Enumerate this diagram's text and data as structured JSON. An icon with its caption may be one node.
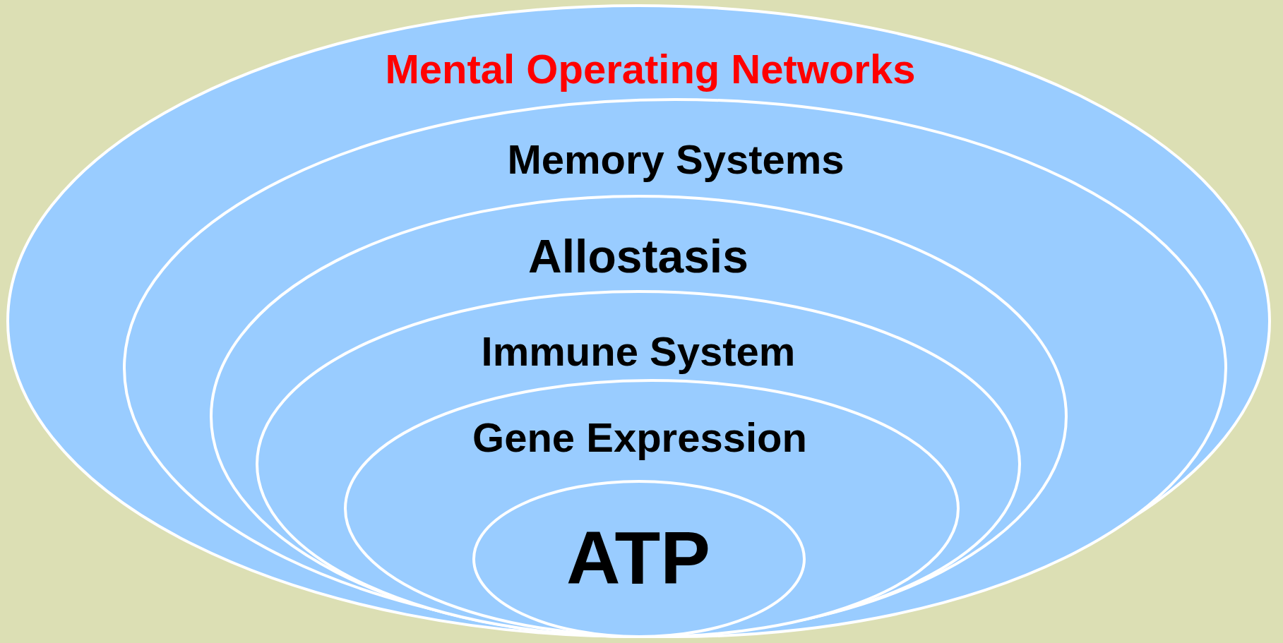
{
  "diagram": {
    "nodes": [
      {
        "text": [
          "Mental Operating Networks"
        ]
      },
      {
        "text": [
          "Memory Systems"
        ],
        "in": 0
      },
      {
        "text": [
          "Allostasis"
        ],
        "in": 1
      },
      {
        "text": [
          "Immune System"
        ],
        "in": 2
      },
      {
        "text": [
          "Gene Expression"
        ],
        "in": 3
      },
      {
        "text": [
          "ATP"
        ],
        "in": 4
      }
    ]
  }
}
